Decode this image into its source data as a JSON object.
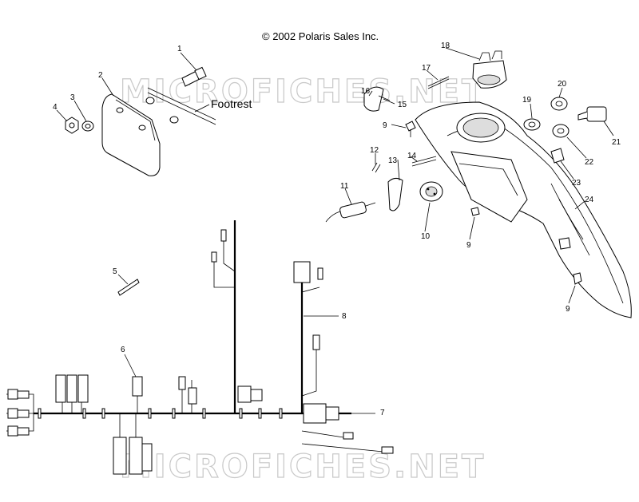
{
  "copyright": "© 2002 Polaris Sales Inc.",
  "watermark": "MICROFICHES.NET",
  "footrest_label": "Footrest",
  "callouts": [
    {
      "id": "1",
      "text": "1"
    },
    {
      "id": "2",
      "text": "2"
    },
    {
      "id": "3",
      "text": "3"
    },
    {
      "id": "4",
      "text": "4"
    },
    {
      "id": "5",
      "text": "5"
    },
    {
      "id": "6",
      "text": "6"
    },
    {
      "id": "7",
      "text": "7"
    },
    {
      "id": "8",
      "text": "8"
    },
    {
      "id": "9a",
      "text": "9"
    },
    {
      "id": "9b",
      "text": "9"
    },
    {
      "id": "9c",
      "text": "9"
    },
    {
      "id": "10",
      "text": "10"
    },
    {
      "id": "11",
      "text": "11"
    },
    {
      "id": "12",
      "text": "12"
    },
    {
      "id": "13",
      "text": "13"
    },
    {
      "id": "14",
      "text": "14"
    },
    {
      "id": "15",
      "text": "15"
    },
    {
      "id": "16",
      "text": "16"
    },
    {
      "id": "17",
      "text": "17"
    },
    {
      "id": "18",
      "text": "18"
    },
    {
      "id": "19",
      "text": "19"
    },
    {
      "id": "20",
      "text": "20"
    },
    {
      "id": "21",
      "text": "21"
    },
    {
      "id": "22",
      "text": "22"
    },
    {
      "id": "23",
      "text": "23"
    },
    {
      "id": "24",
      "text": "24"
    }
  ]
}
